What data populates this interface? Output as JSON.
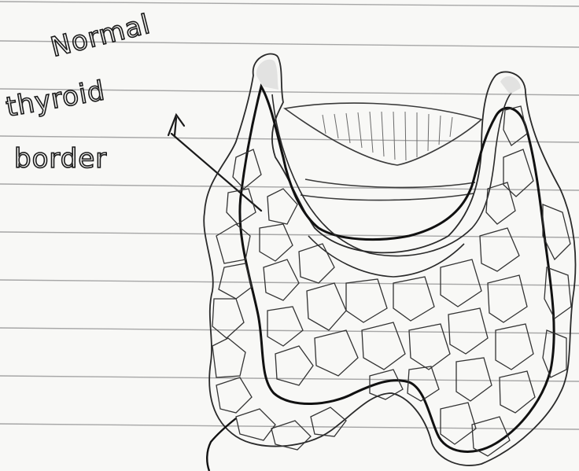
{
  "annotation": {
    "line1": "Normal",
    "line2": "thyroid",
    "line3": "border"
  },
  "colors": {
    "paper": "#f8f8f6",
    "rule_line": "#9c9c9c",
    "ink": "#1a1a1a",
    "pencil": "#5a5a5a",
    "shade": "#d6d6d6"
  }
}
